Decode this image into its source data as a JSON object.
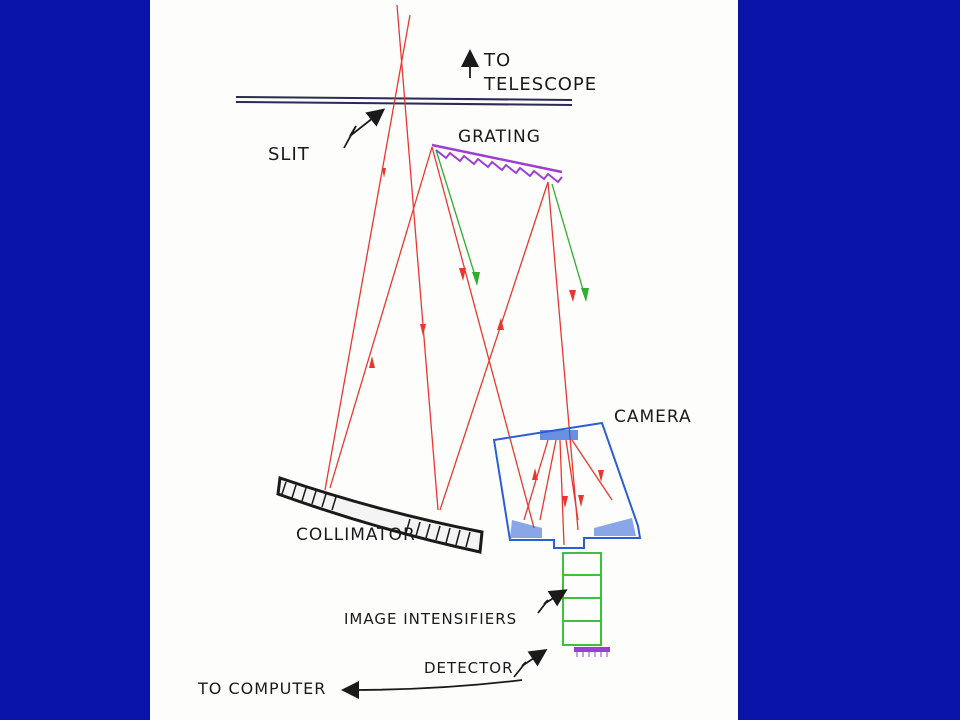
{
  "labels": {
    "to_telescope_line1": "TO",
    "to_telescope_line2": "TELESCOPE",
    "slit": "SLIT",
    "grating": "GRATING",
    "camera": "CAMERA",
    "collimator": "COLLIMATOR",
    "image_intensifiers": "IMAGE INTENSIFIERS",
    "detector": "DETECTOR",
    "to_computer": "TO COMPUTER"
  },
  "colors": {
    "background_band": "#0a13a8",
    "paper": "#fdfdfb",
    "ray_red": "#e8382e",
    "ray_green": "#2fae2f",
    "grating_purple": "#9a3fd1",
    "camera_blue": "#2a5fd6",
    "intensifier_green": "#3fbf3f",
    "ink": "#1a1a1a"
  }
}
